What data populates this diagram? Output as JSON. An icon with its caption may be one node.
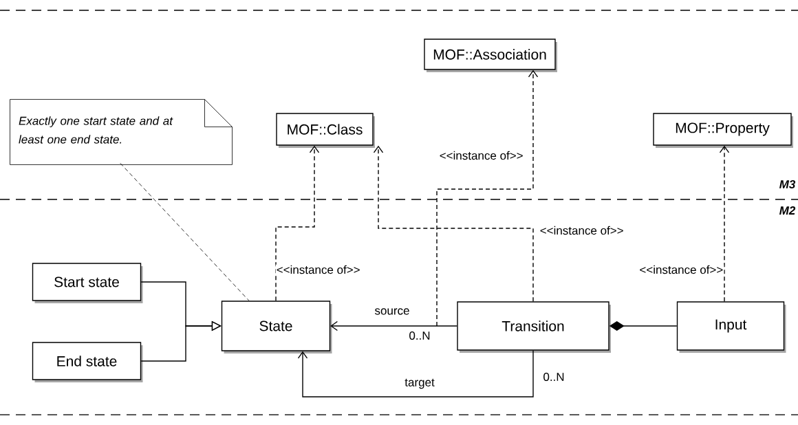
{
  "diagram": {
    "nodes": [
      {
        "text": [
          "MOF::Association"
        ]
      },
      {
        "text": [
          "MOF::Class"
        ]
      },
      {
        "text": [
          "MOF::Property"
        ]
      },
      {
        "text": [
          "Exactly one start state and at least one end state."
        ]
      },
      {
        "text": [
          "Start state"
        ]
      },
      {
        "text": [
          "End state"
        ]
      },
      {
        "text": [
          "State"
        ]
      },
      {
        "text": [
          "Transition"
        ]
      },
      {
        "text": [
          "Input"
        ]
      }
    ],
    "edges": [
      {
        "from": 4,
        "to": 6,
        "arrow": "to"
      },
      {
        "from": 5,
        "to": 6,
        "arrow": "to"
      },
      {
        "from": 3,
        "to": 6,
        "arrow": "none",
        "style": "dashed"
      },
      {
        "from": 6,
        "to": 1,
        "arrow": "to",
        "style": "dashed",
        "label": "<<instance of>>"
      },
      {
        "from": 7,
        "to": 1,
        "arrow": "to",
        "style": "dashed",
        "label": "<<instance of>>"
      },
      {
        "from": null,
        "to": 0,
        "arrow": "to",
        "style": "dashed",
        "label": "<<instance of>>"
      },
      {
        "from": 8,
        "to": 2,
        "arrow": "to",
        "style": "dashed",
        "label": "<<instance of>>"
      },
      {
        "from": 7,
        "to": 6,
        "arrow": "to",
        "label": "source"
      },
      {
        "from": 7,
        "to": 6,
        "arrow": "to",
        "label": "target"
      },
      {
        "from": 7,
        "to": 8,
        "arrow": "other"
      }
    ],
    "labels": [
      "0..N",
      "0..N",
      "M3",
      "M2"
    ]
  }
}
